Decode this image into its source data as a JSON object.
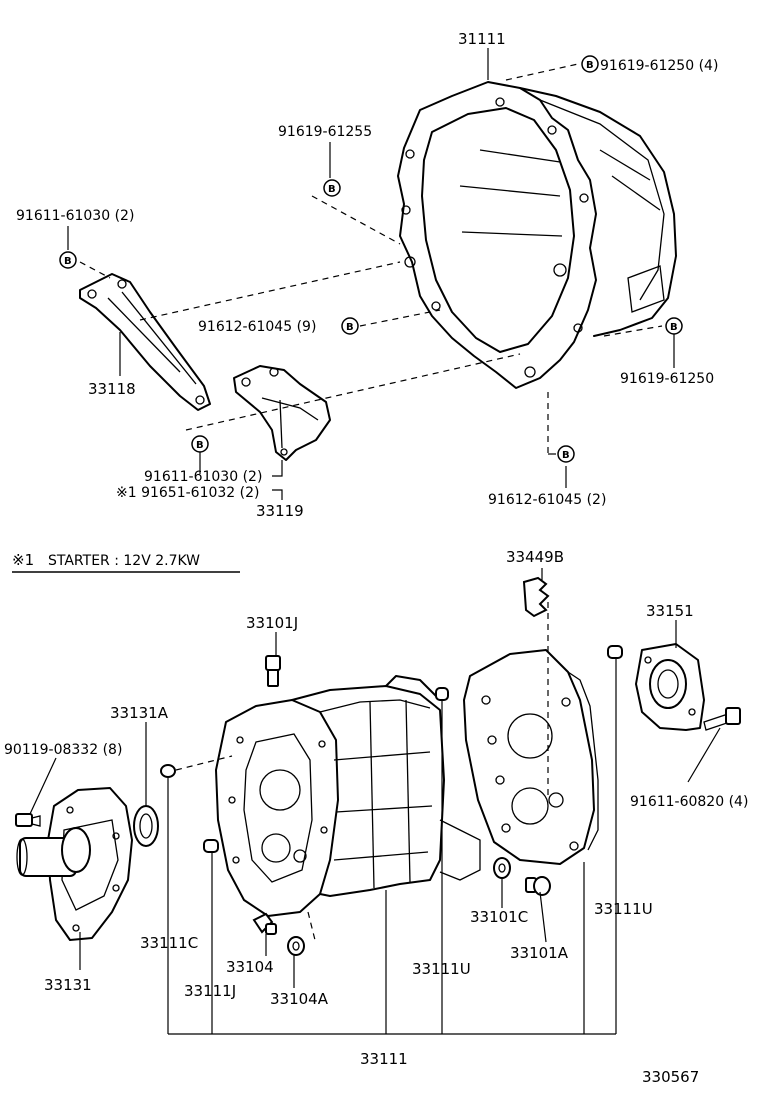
{
  "diagram_id": "330567",
  "note": {
    "mark": "※1",
    "text": "STARTER : 12V  2.7KW"
  },
  "badge_letter": "B",
  "parts": {
    "p31111_top": "31111",
    "p91619_61250_4": "91619-61250 (4)",
    "p91619_61255": "91619-61255",
    "p91611_61030_2a": "91611-61030 (2)",
    "p91612_61045_9": "91612-61045 (9)",
    "p33118": "33118",
    "p91619_61250": "91619-61250",
    "p91611_61030_2b": "91611-61030 (2)",
    "p91651_61032_2": "※1 91651-61032 (2)",
    "p33119": "33119",
    "p91612_61045_2": "91612-61045 (2)",
    "p33449B": "33449B",
    "p33101J": "33101J",
    "p33151": "33151",
    "p33131A": "33131A",
    "p90119_08332_8": "90119-08332 (8)",
    "p91611_60820_4": "91611-60820 (4)",
    "p33111C": "33111C",
    "p33101C": "33101C",
    "p33111U_right": "33111U",
    "p33131": "33131",
    "p33104": "33104",
    "p33101A": "33101A",
    "p33111J": "33111J",
    "p33111U_mid": "33111U",
    "p33104A": "33104A",
    "p33111_bottom": "33111"
  }
}
